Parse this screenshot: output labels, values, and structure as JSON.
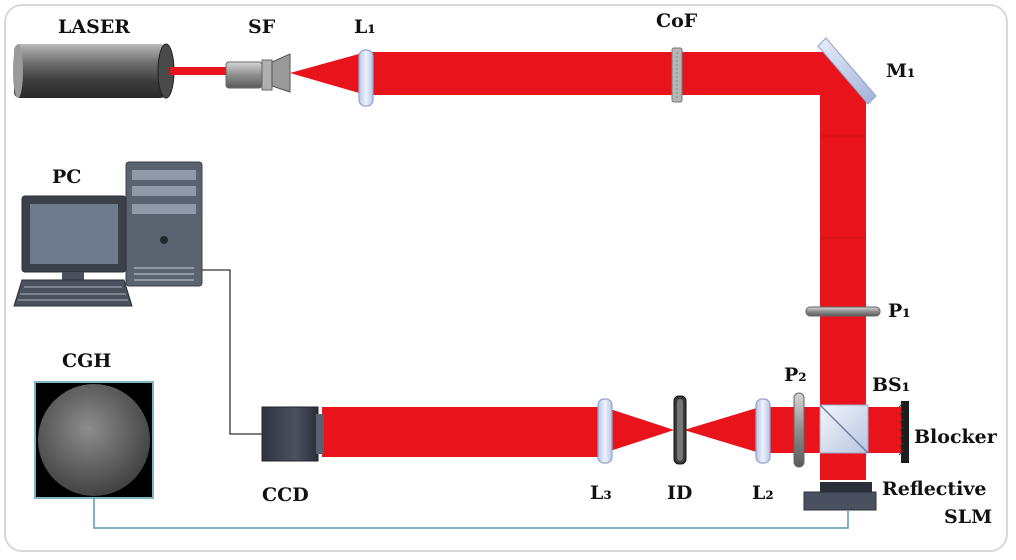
{
  "labels": {
    "laser": "LASER",
    "sf": "SF",
    "l1": "L₁",
    "cof": "CoF",
    "m1": "M₁",
    "pc": "PC",
    "p1": "P₁",
    "cgh": "CGH",
    "p2": "P₂",
    "bs1": "BS₁",
    "blocker": "Blocker",
    "ccd": "CCD",
    "l3": "L₃",
    "id": "ID",
    "l2": "L₂",
    "reflective": "Reflective",
    "slm": "SLM"
  },
  "colors": {
    "beam": "#e8131b",
    "beam_dark": "#c9141a",
    "lens": "#dfe7f6",
    "lens_edge": "#9fb2d8",
    "metal": "#8a8a8a",
    "cgh_border": "#7bb6c8",
    "cable": "#5a9aa8"
  }
}
